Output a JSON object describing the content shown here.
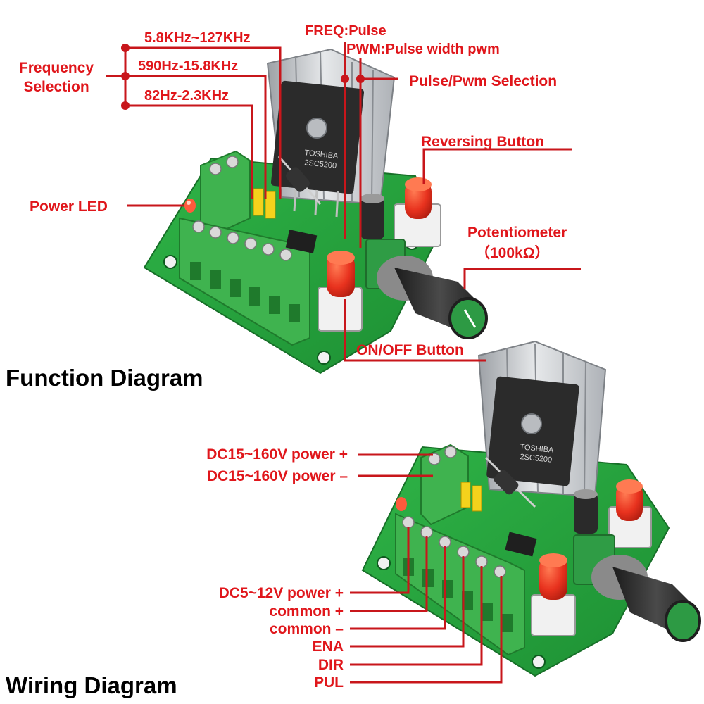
{
  "colors": {
    "label_red": "#e0161b",
    "pcb_green": "#23a23a",
    "terminal_green": "#3fb34f",
    "button_red": "#e8321e",
    "heatsink_gray": "#c9ccd0",
    "knob_dark": "#2b2b2b"
  },
  "function_diagram": {
    "title": "Function Diagram",
    "frequency_selection": [
      "Frequency",
      "Selection"
    ],
    "freq_ranges": [
      "5.8KHz~127KHz",
      "590Hz-15.8KHz",
      "82Hz-2.3KHz"
    ],
    "freq_pulse": "FREQ:Pulse",
    "pwm_label": "PWM:Pulse width pwm",
    "pulse_pwm_selection": "Pulse/Pwm Selection",
    "reversing_button": "Reversing Button",
    "potentiometer": [
      "Potentiometer",
      "（100kΩ）"
    ],
    "power_led": "Power LED",
    "onoff_button": "ON/OFF Button"
  },
  "wiring_diagram": {
    "title": "Wiring Diagram",
    "hv_labels": [
      "DC15~160V power +",
      "DC15~160V power –"
    ],
    "terminal_labels": [
      "DC5~12V power +",
      "common +",
      "common –",
      "ENA",
      "DIR",
      "PUL"
    ]
  },
  "board_markings": {
    "transistor_brand": "TOSHIBA",
    "transistor_part": "2SC5200"
  }
}
